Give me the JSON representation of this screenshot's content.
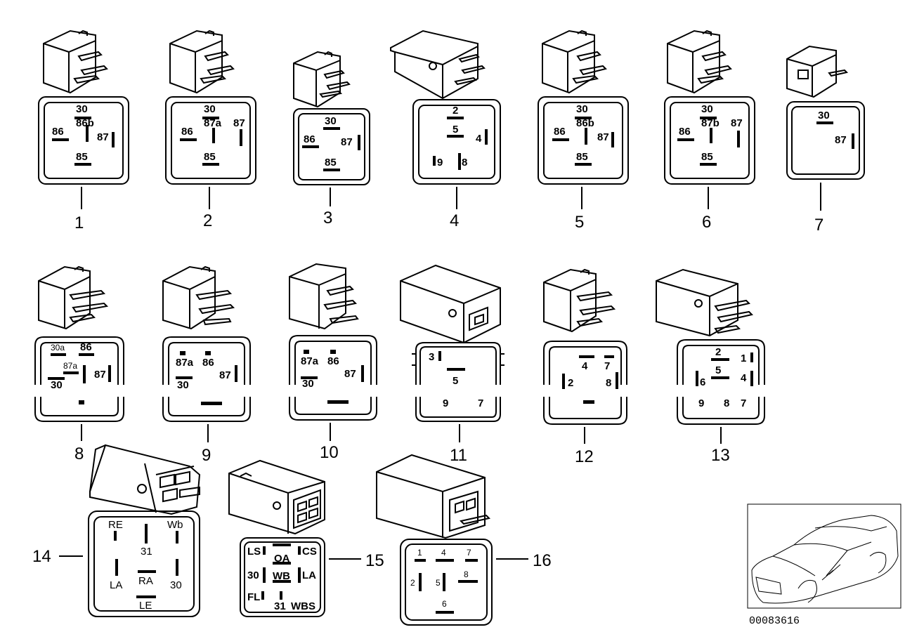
{
  "diagram_id": "00083616",
  "relays": [
    {
      "id": "1",
      "pins": [
        "30",
        "86b",
        "86",
        "87",
        "85"
      ]
    },
    {
      "id": "2",
      "pins": [
        "30",
        "87a",
        "86",
        "87",
        "85"
      ]
    },
    {
      "id": "3",
      "pins": [
        "30",
        "86",
        "87",
        "85"
      ]
    },
    {
      "id": "4",
      "pins": [
        "2",
        "5",
        "4",
        "9",
        "8"
      ]
    },
    {
      "id": "5",
      "pins": [
        "30",
        "86b",
        "86",
        "87",
        "85"
      ]
    },
    {
      "id": "6",
      "pins": [
        "30",
        "87b",
        "86",
        "87",
        "85"
      ]
    },
    {
      "id": "7",
      "pins": [
        "30",
        "87"
      ]
    },
    {
      "id": "8",
      "pins": [
        "30a",
        "86",
        "87a",
        "87",
        "30"
      ]
    },
    {
      "id": "9",
      "pins": [
        "87a",
        "86",
        "87",
        "30"
      ]
    },
    {
      "id": "10",
      "pins": [
        "87a",
        "86",
        "87",
        "30"
      ]
    },
    {
      "id": "11",
      "pins": [
        "3",
        "5",
        "9",
        "7"
      ]
    },
    {
      "id": "12",
      "pins": [
        "4",
        "7",
        "2",
        "8"
      ]
    },
    {
      "id": "13",
      "pins": [
        "2",
        "1",
        "5",
        "6",
        "4",
        "9",
        "8",
        "7"
      ]
    },
    {
      "id": "14",
      "pins": [
        "RE",
        "Wb",
        "31",
        "LA",
        "RA",
        "30",
        "LE"
      ]
    },
    {
      "id": "15",
      "pins": [
        "LS",
        "CS",
        "OA",
        "30",
        "WB",
        "LA",
        "FL",
        "31",
        "WBS"
      ]
    },
    {
      "id": "16",
      "pins": [
        "1",
        "4",
        "7",
        "2",
        "5",
        "8",
        "6"
      ]
    }
  ]
}
